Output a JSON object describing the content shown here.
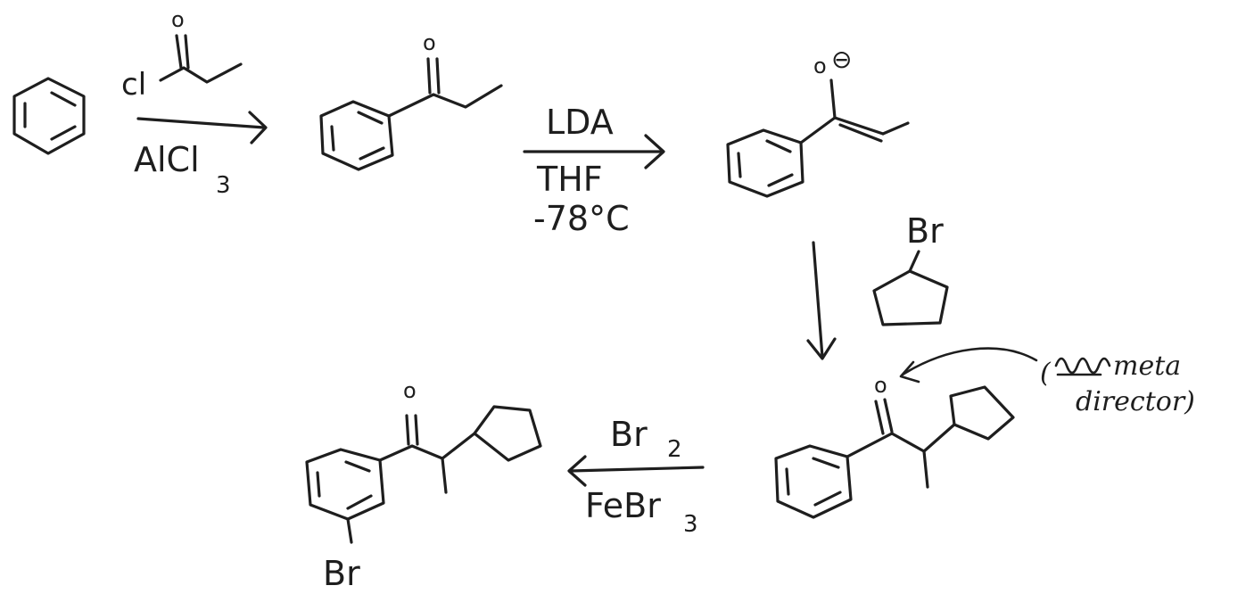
{
  "reagents": {
    "acyl_chloride_o": "o",
    "acyl_chloride_cl": "cl",
    "step1_catalyst": "AlCl",
    "step1_catalyst_sub": "3",
    "step2_base": "LDA",
    "step2_solvent": "THF",
    "step2_temp": "-78°C",
    "step3_br": "Br",
    "step4_reagent": "Br",
    "step4_reagent_sub": "2",
    "step4_catalyst": "FeBr",
    "step4_catalyst_sub": "3"
  },
  "structures": {
    "ketone_o": "o",
    "enolate_o": "o",
    "enolate_charge": "⊖",
    "alkylated_o": "o",
    "final_o": "o",
    "final_br": "Br"
  },
  "note": {
    "line1": "meta",
    "line2": "director)",
    "open_paren": "("
  }
}
